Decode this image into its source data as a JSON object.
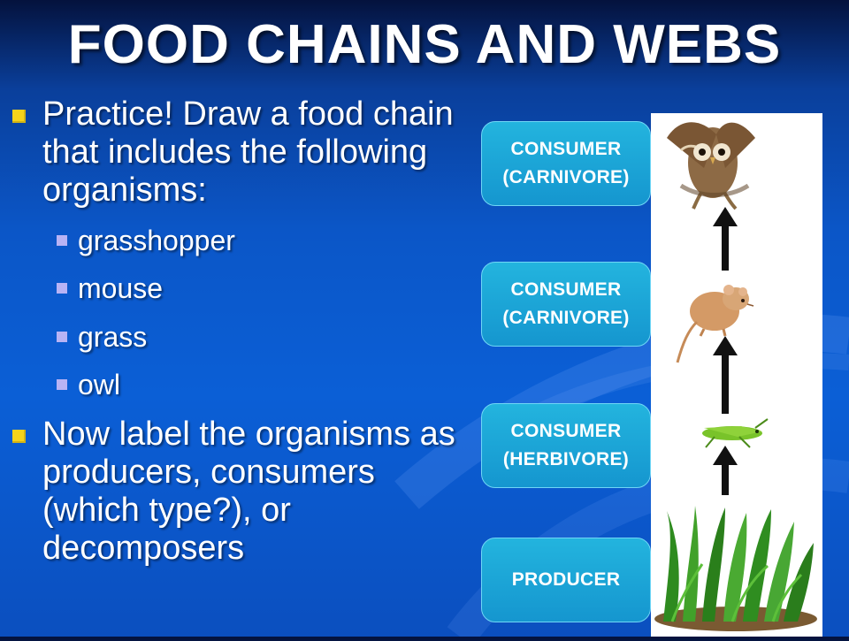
{
  "title": "FOOD CHAINS AND WEBS",
  "bullets": [
    {
      "text": "Practice!  Draw a food chain that includes the following organisms:",
      "sub_items": [
        "grasshopper",
        "mouse",
        "grass",
        "owl"
      ]
    },
    {
      "text": "Now label the organisms as producers, consumers (which type?), or decomposers"
    }
  ],
  "labels": [
    {
      "line1": "CONSUMER",
      "line2": "(CARNIVORE)"
    },
    {
      "line1": "CONSUMER",
      "line2": "(CARNIVORE)"
    },
    {
      "line1": "CONSUMER",
      "line2": "(HERBIVORE)"
    },
    {
      "line1": "PRODUCER",
      "line2": ""
    }
  ],
  "chain_organisms": [
    "owl",
    "mouse",
    "grasshopper",
    "grass"
  ],
  "colors": {
    "background": "#0b5fd6",
    "bullet_primary": "#f6d31a",
    "bullet_secondary": "#b8b3f5",
    "label_box": "#1ba5d8"
  }
}
